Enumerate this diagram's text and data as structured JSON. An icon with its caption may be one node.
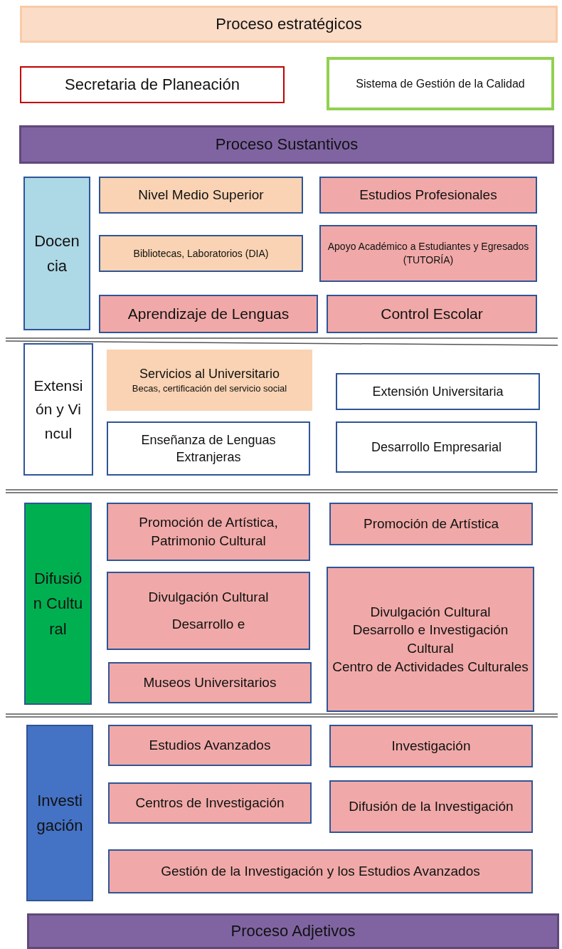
{
  "diagram": {
    "nodes": [
      {
        "text": [
          "Proceso estratégicos"
        ]
      },
      {
        "text": [
          "Secretaria de Planeación"
        ]
      },
      {
        "text": [
          "Sistema de Gestión de la Calidad"
        ]
      },
      {
        "text": [
          "Proceso Sustantivos"
        ]
      },
      {
        "text": [
          "Docencia"
        ]
      },
      {
        "text": [
          "Nivel Medio Superior"
        ]
      },
      {
        "text": [
          "Estudios Profesionales"
        ]
      },
      {
        "text": [
          "Bibliotecas, Laboratorios (DIA)"
        ]
      },
      {
        "text": [
          "Apoyo Académico a Estudiantes y Egresados (TUTORÍA)"
        ]
      },
      {
        "text": [
          "Aprendizaje de Lenguas"
        ]
      },
      {
        "text": [
          "Control Escolar"
        ]
      },
      {
        "text": [
          "Extensión y Vincul"
        ]
      },
      {
        "text": [
          "Servicios al Universitario",
          "Becas, certificación del servicio social"
        ]
      },
      {
        "text": [
          "Extensión Universitaria"
        ]
      },
      {
        "text": [
          "Enseñanza de Lenguas Extranjeras"
        ]
      },
      {
        "text": [
          "Desarrollo Empresarial"
        ]
      },
      {
        "text": [
          "Difusión Cultural"
        ]
      },
      {
        "text": [
          "Promoción de Artística, Patrimonio Cultural"
        ]
      },
      {
        "text": [
          "Promoción de Artística"
        ]
      },
      {
        "text": [
          "Divulgación Cultural",
          "Desarrollo e"
        ]
      },
      {
        "text": [
          "Divulgación Cultural",
          "Desarrollo e Investigación Cultural",
          "Centro de Actividades Culturales"
        ]
      },
      {
        "text": [
          "Museos Universitarios"
        ]
      },
      {
        "text": [
          "Investigación"
        ]
      },
      {
        "text": [
          "Estudios Avanzados"
        ]
      },
      {
        "text": [
          "Investigación"
        ]
      },
      {
        "text": [
          "Centros de Investigación"
        ]
      },
      {
        "text": [
          "Difusión de la Investigación"
        ]
      },
      {
        "text": [
          "Gestión de la Investigación y los Estudios Avanzados"
        ]
      },
      {
        "text": [
          "Proceso Adjetivos"
        ]
      }
    ]
  }
}
